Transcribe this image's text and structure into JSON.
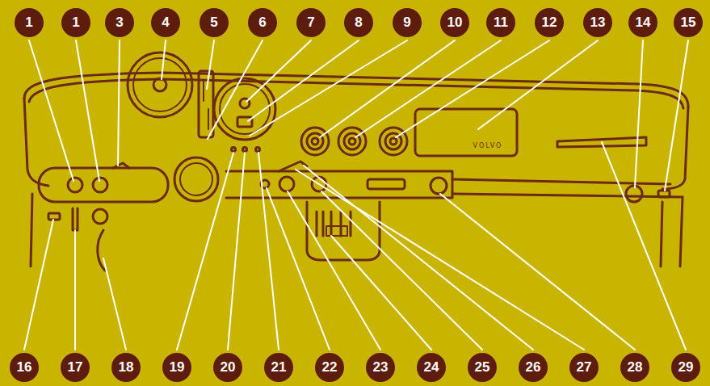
{
  "diagram": {
    "labels": [
      "1",
      "1",
      "3",
      "4",
      "5",
      "6",
      "7",
      "8",
      "9",
      "10",
      "11",
      "12",
      "13",
      "14",
      "15",
      "VOLVO",
      "16",
      "17",
      "18",
      "19",
      "20",
      "21",
      "22",
      "23",
      "24",
      "25",
      "26",
      "27",
      "28",
      "29"
    ]
  }
}
